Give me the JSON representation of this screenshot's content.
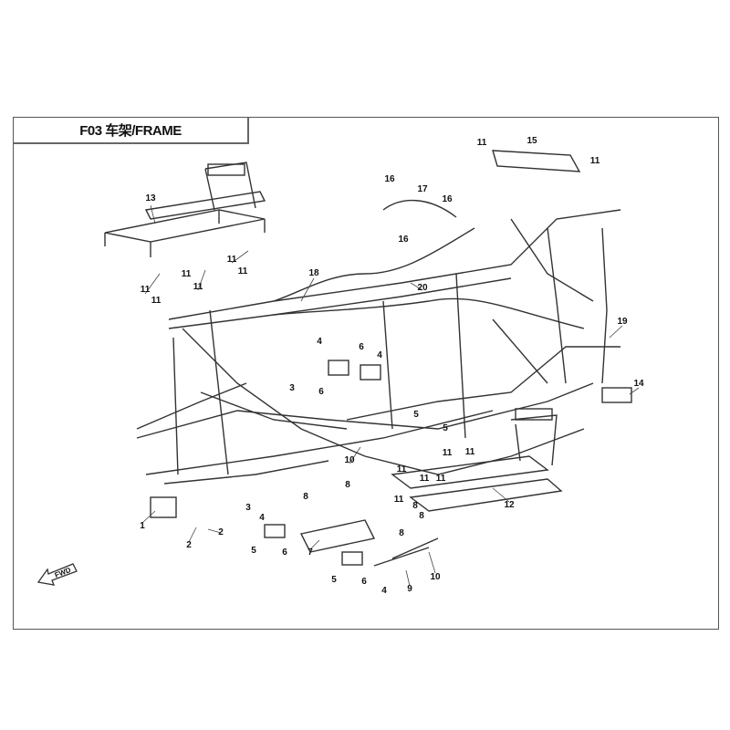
{
  "title": "F03 车架/FRAME",
  "fwd_label": "FWD",
  "labels": [
    "13",
    "11",
    "15",
    "11",
    "16",
    "17",
    "16",
    "16",
    "18",
    "20",
    "11",
    "11",
    "11",
    "11",
    "11",
    "11",
    "19",
    "14",
    "4",
    "6",
    "4",
    "3",
    "6",
    "5",
    "5",
    "10",
    "11",
    "11",
    "11",
    "11",
    "11",
    "12",
    "3",
    "4",
    "8",
    "8",
    "11",
    "8",
    "8",
    "1",
    "2",
    "2",
    "5",
    "6",
    "7",
    "8",
    "10",
    "5",
    "6",
    "4",
    "9"
  ]
}
